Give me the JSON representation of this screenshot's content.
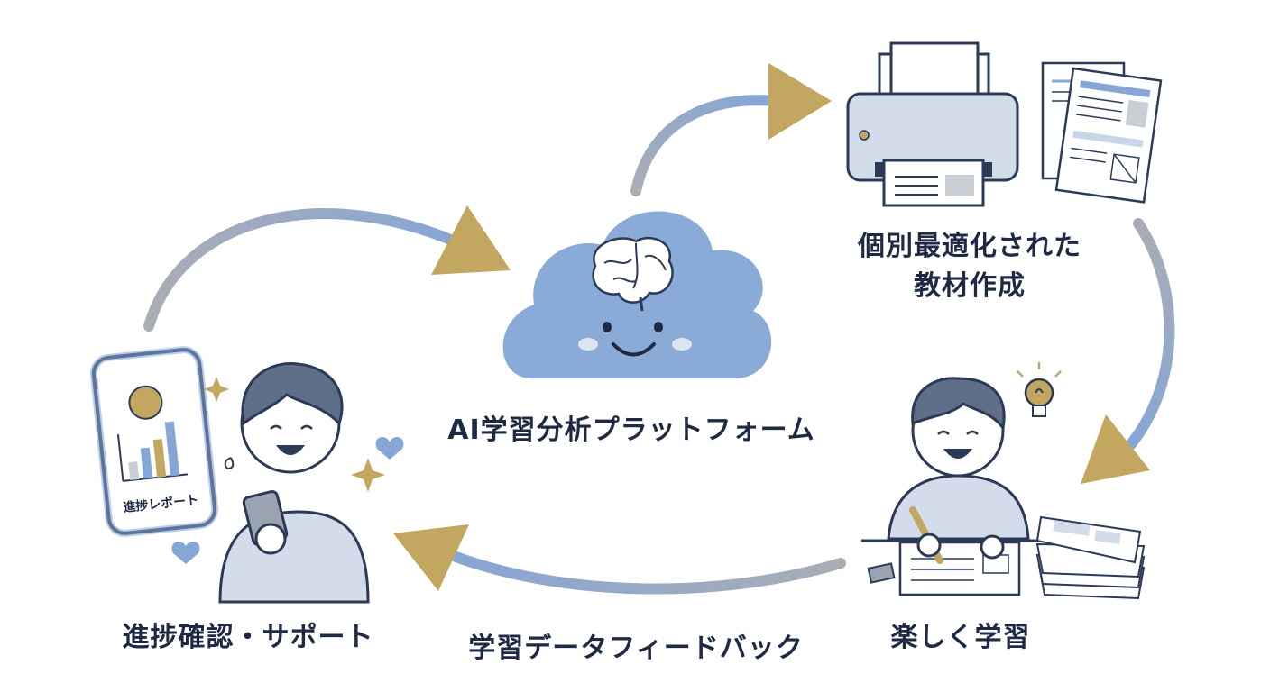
{
  "nodes": {
    "platform": "AI学習分析プラットフォーム",
    "materials_line1": "個別最適化された",
    "materials_line2": "教材作成",
    "learning": "楽しく学習",
    "support": "進捗確認・サポート"
  },
  "edges": {
    "feedback": "学習データフィードバック"
  },
  "phone": {
    "report_label": "進捗レポート"
  },
  "colors": {
    "arrow_blue": "#86a6d6",
    "arrow_gray": "#a9adb5",
    "arrowhead_gold": "#c3a660",
    "cloud": "#8aaad8",
    "outline": "#2b3a55",
    "text": "#1e2a44"
  }
}
